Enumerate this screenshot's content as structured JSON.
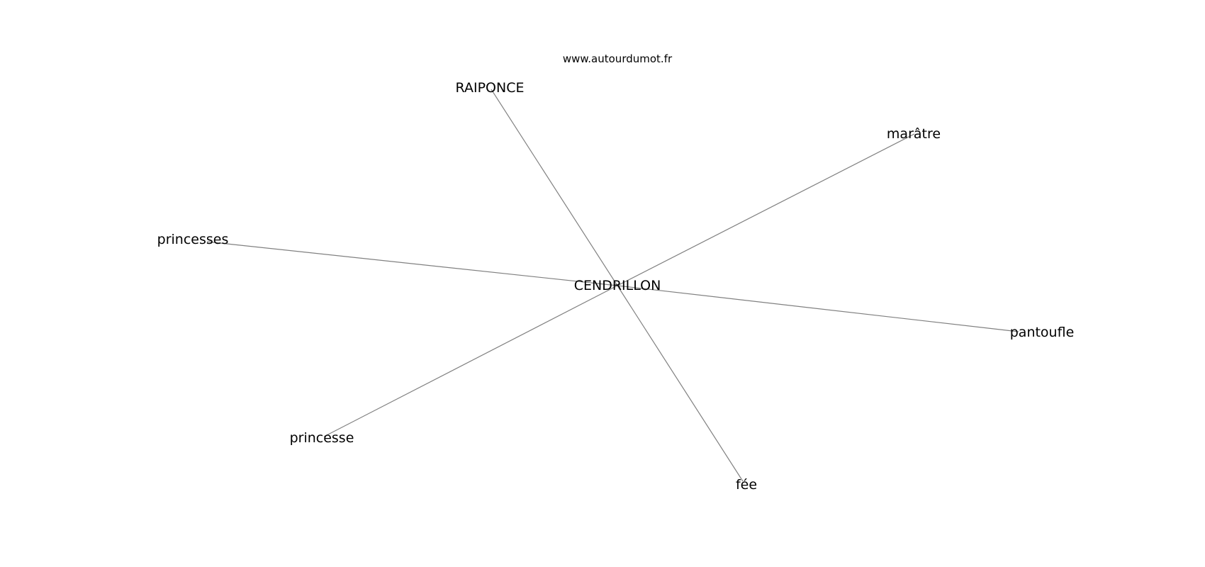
{
  "source": "www.autourdumot.fr",
  "center": {
    "id": "center",
    "label": "CENDRILLON"
  },
  "nodes": [
    {
      "id": "raiponce",
      "label": "RAIPONCE"
    },
    {
      "id": "maratre",
      "label": "marâtre"
    },
    {
      "id": "princesses",
      "label": "princesses"
    },
    {
      "id": "pantoufle",
      "label": "pantoufle"
    },
    {
      "id": "princesse",
      "label": "princesse"
    },
    {
      "id": "fee",
      "label": "fée"
    }
  ],
  "edges": [
    {
      "from": "center",
      "to": "raiponce"
    },
    {
      "from": "center",
      "to": "maratre"
    },
    {
      "from": "center",
      "to": "princesses"
    },
    {
      "from": "center",
      "to": "pantoufle"
    },
    {
      "from": "center",
      "to": "princesse"
    },
    {
      "from": "center",
      "to": "fee"
    }
  ],
  "colors": {
    "edge": "#808080",
    "text": "#000000",
    "background": "#ffffff"
  }
}
